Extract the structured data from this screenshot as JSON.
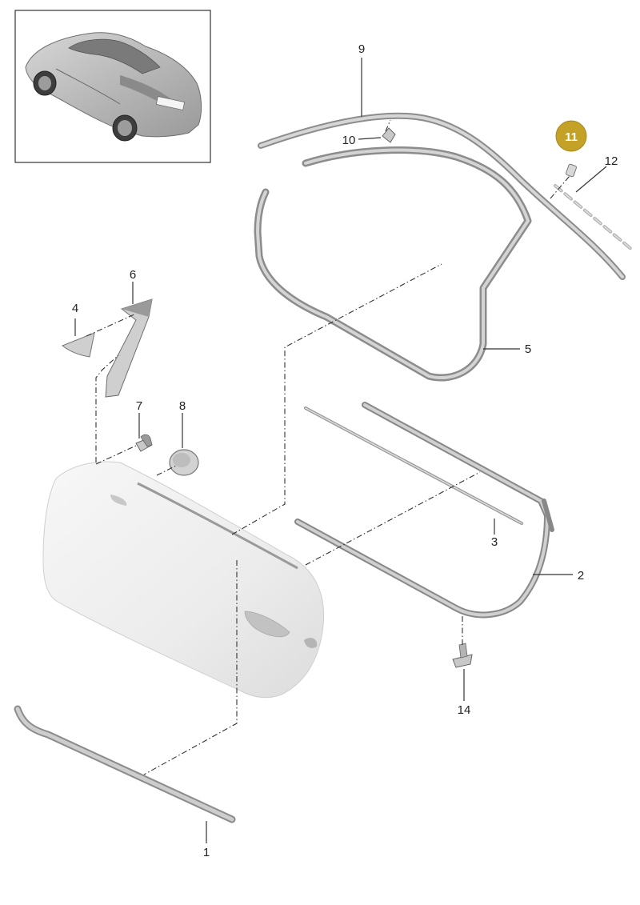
{
  "callouts": {
    "c1": "1",
    "c2": "2",
    "c3": "3",
    "c4": "4",
    "c5": "5",
    "c6": "6",
    "c7": "7",
    "c8": "8",
    "c9": "9",
    "c10": "10",
    "c11": "11",
    "c12": "12",
    "c14": "14"
  },
  "colors": {
    "highlight_badge": "#C4A227",
    "part_fill": "#d9d9d9",
    "part_stroke": "#8a8a8a",
    "door_fill": "#f0f0f0"
  },
  "highlighted_part": "11"
}
